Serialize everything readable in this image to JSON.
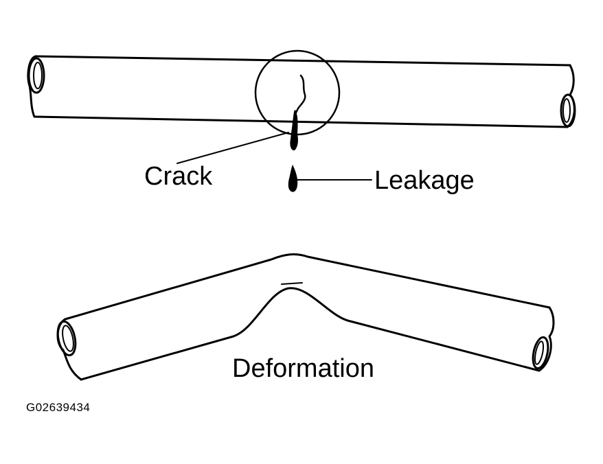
{
  "labels": {
    "crack": "Crack",
    "leakage": "Leakage",
    "deformation": "Deformation",
    "figure_code": "G02639434"
  },
  "colors": {
    "ink": "#000000",
    "paper": "#ffffff"
  }
}
